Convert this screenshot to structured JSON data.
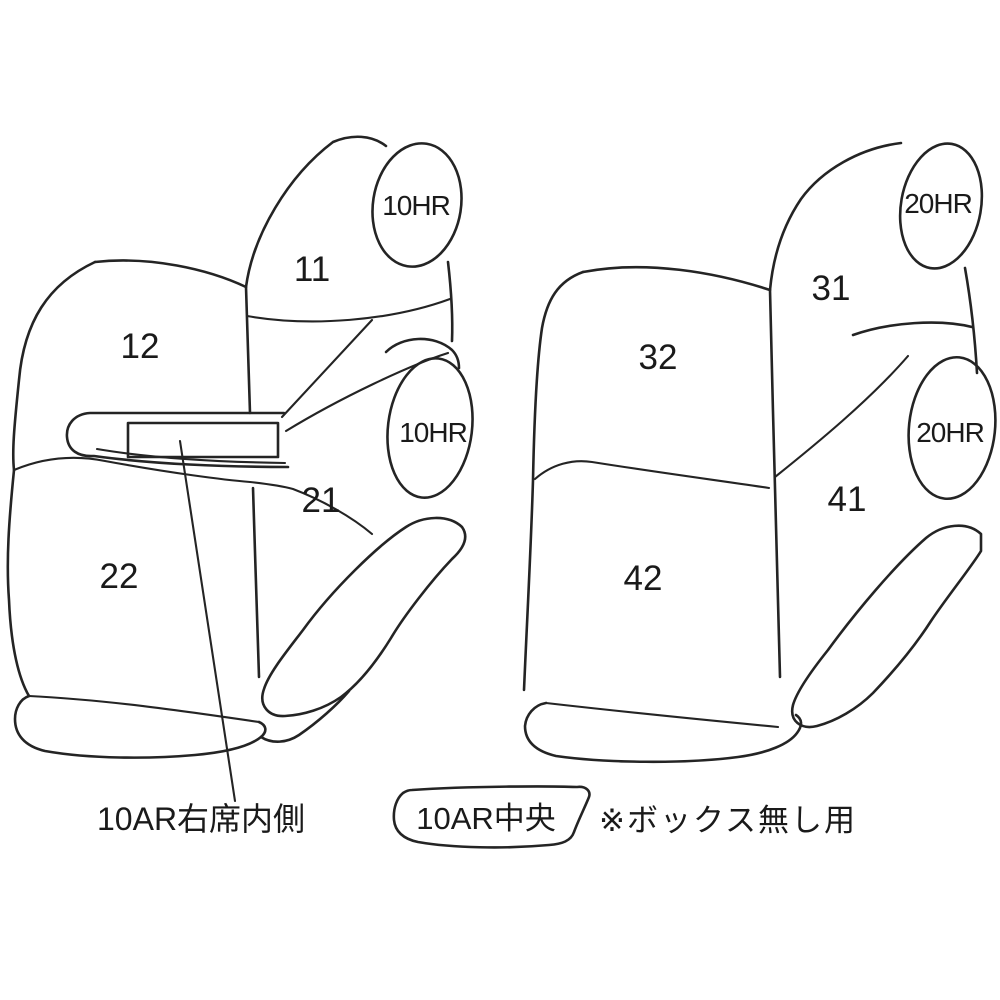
{
  "left_seat": {
    "headrest_top": "10HR",
    "backrest_inner": "11",
    "backrest_outer": "12",
    "headrest_lower": "10HR",
    "cushion_inner": "21",
    "cushion_outer": "22",
    "armrest_callout": "10AR右席内側"
  },
  "right_seat": {
    "headrest_top": "20HR",
    "backrest_inner": "31",
    "backrest_outer": "32",
    "headrest_lower": "20HR",
    "cushion_inner": "41",
    "cushion_outer": "42"
  },
  "center_cushion": {
    "label": "10AR中央",
    "note": "※ボックス無し用"
  },
  "colors": {
    "background": "#ffffff",
    "line": "#242424",
    "text": "#1a1a1a"
  }
}
